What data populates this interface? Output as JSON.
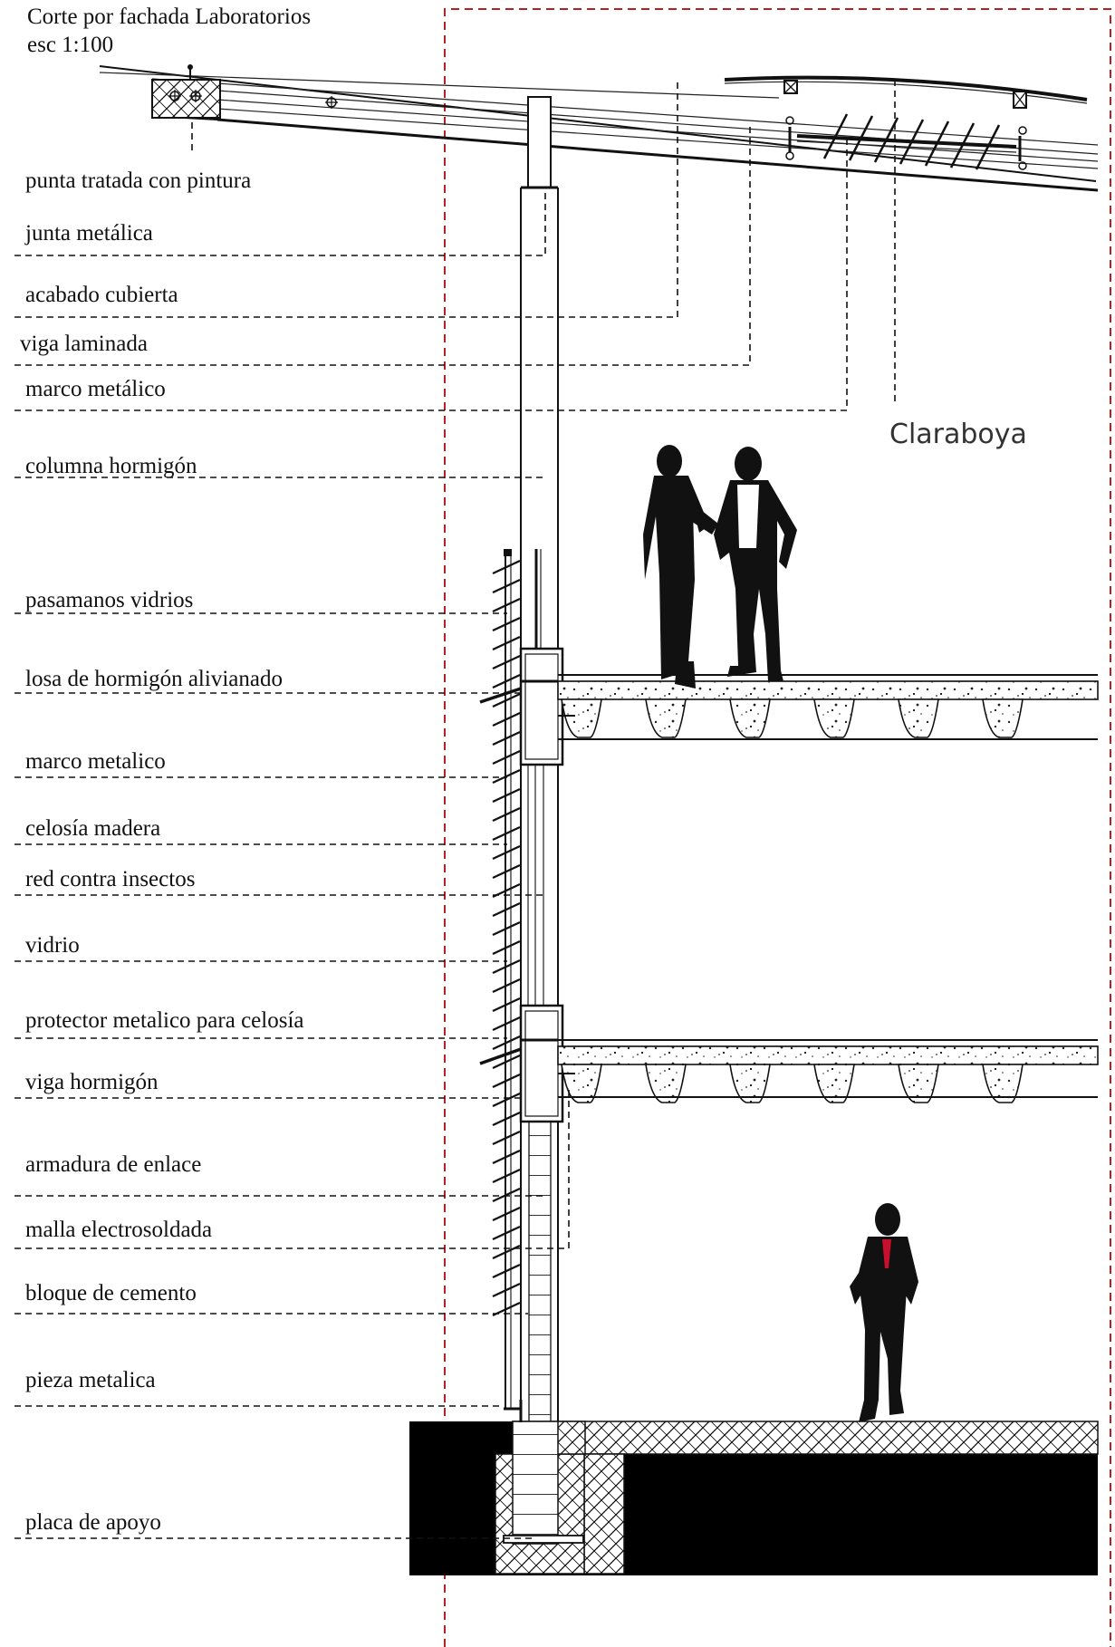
{
  "title": {
    "line1": "Corte por fachada Laboratorios",
    "line2": "esc 1:100"
  },
  "callout_claraboya": "Claraboya",
  "labels": [
    "punta tratada con pintura",
    "junta metálica",
    "acabado cubierta",
    "viga laminada",
    "marco metálico",
    "columna hormigón",
    "pasamanos vidrios",
    "losa de hormigón alivianado",
    "marco metalico",
    "celosía madera",
    "red contra insectos",
    "vidrio",
    "protector metalico para celosía",
    "viga hormigón",
    "armadura de enlace",
    "malla electrosoldada",
    "bloque de cemento",
    "pieza metalica",
    "placa de apoyo"
  ],
  "colors": {
    "ink": "#111111",
    "section_line": "#b22222",
    "tie_accent": "#c8102e",
    "ground_fill": "#000000"
  },
  "icons": [
    "person-silhouette-icon",
    "hatch-pattern-icon"
  ]
}
